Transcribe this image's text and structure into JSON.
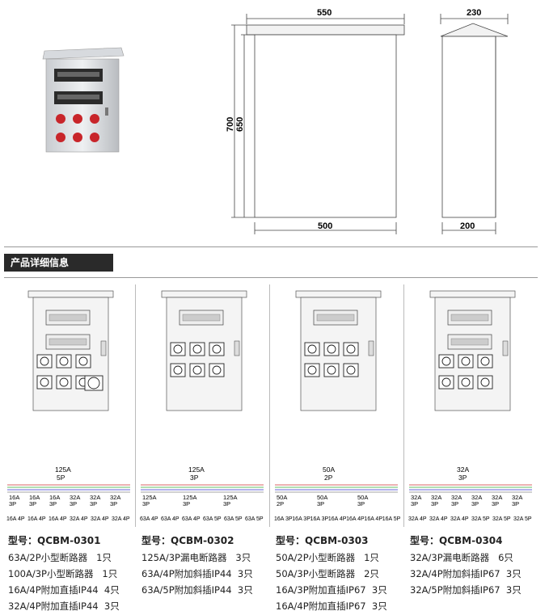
{
  "dimensions": {
    "front_top_width": "550",
    "front_height_total": "700",
    "front_height_body": "650",
    "front_bottom_width": "500",
    "side_top_width": "230",
    "side_bottom_width": "200"
  },
  "section_title": "产品详细信息",
  "products": [
    {
      "model_label": "型号：",
      "model": "QCBM-0301",
      "specs": [
        "63A/2P小型断路器   1只",
        "100A/3P小型断路器   1只",
        "16A/4P附加直插IP44  4只",
        "32A/4P附加直插IP44  3只"
      ],
      "wiring_main": [
        "125A",
        "5P"
      ],
      "wiring_breakers": [
        [
          "16A",
          "3P"
        ],
        [
          "16A",
          "3P"
        ],
        [
          "16A",
          "3P"
        ],
        [
          "32A",
          "3P"
        ],
        [
          "32A",
          "3P"
        ],
        [
          "32A",
          "3P"
        ]
      ],
      "wiring_sockets": [
        "16A 4P",
        "16A 4P",
        "16A 4P",
        "32A 4P",
        "32A 4P",
        "32A 4P"
      ]
    },
    {
      "model_label": "型号：",
      "model": "QCBM-0302",
      "specs": [
        "125A/3P漏电断路器   3只",
        "63A/4P附加斜插IP44  3只",
        "63A/5P附加斜插IP44  3只"
      ],
      "wiring_main": [
        "125A",
        "3P"
      ],
      "wiring_breakers": [
        [
          "125A",
          "3P"
        ],
        [
          "125A",
          "3P"
        ],
        [
          "125A",
          "3P"
        ]
      ],
      "wiring_sockets": [
        "63A 4P",
        "63A 4P",
        "63A 4P",
        "63A 5P",
        "63A 5P",
        "63A 5P"
      ]
    },
    {
      "model_label": "型号：",
      "model": "QCBM-0303",
      "specs": [
        "50A/2P小型断路器   1只",
        "50A/3P小型断路器   2只",
        "16A/3P附加直插IP67  3只",
        "16A/4P附加直插IP67  3只"
      ],
      "wiring_main": [
        "50A",
        "2P"
      ],
      "wiring_breakers": [
        [
          "50A",
          "2P"
        ],
        [
          "50A",
          "3P"
        ],
        [
          "50A",
          "3P"
        ]
      ],
      "wiring_sockets": [
        "16A 3P",
        "16A 3P",
        "16A 3P",
        "16A 4P",
        "16A 4P",
        "16A 4P",
        "16A 5P"
      ]
    },
    {
      "model_label": "型号：",
      "model": "QCBM-0304",
      "specs": [
        "32A/3P漏电断路器   6只",
        "32A/4P附加斜插IP67  3只",
        "32A/5P附加斜插IP67  3只"
      ],
      "wiring_main": [
        "32A",
        "3P"
      ],
      "wiring_breakers": [
        [
          "32A",
          "3P"
        ],
        [
          "32A",
          "3P"
        ],
        [
          "32A",
          "3P"
        ],
        [
          "32A",
          "3P"
        ],
        [
          "32A",
          "3P"
        ],
        [
          "32A",
          "3P"
        ]
      ],
      "wiring_sockets": [
        "32A 4P",
        "32A 4P",
        "32A 4P",
        "32A 5P",
        "32A 5P",
        "32A 5P"
      ]
    }
  ]
}
